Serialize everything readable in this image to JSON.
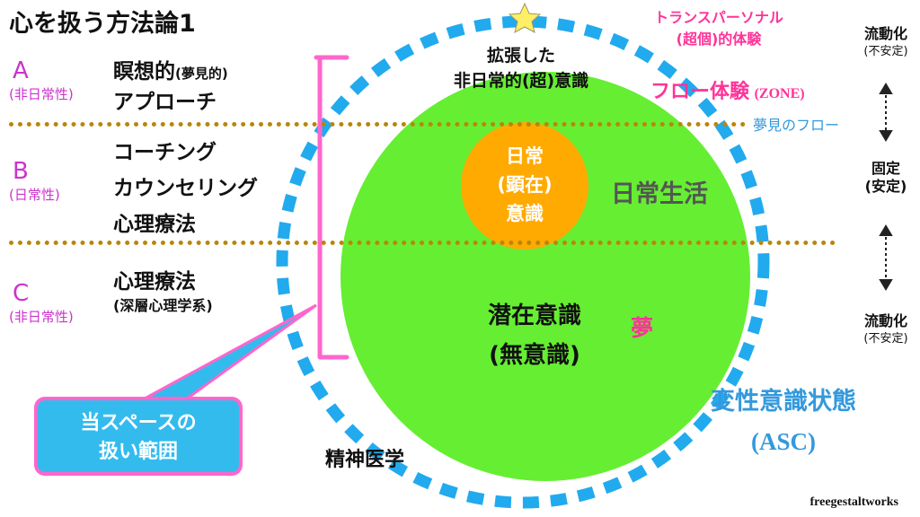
{
  "title": "心を扱う方法論1",
  "categories": [
    {
      "letter": "A",
      "sub": "(非日常性)"
    },
    {
      "letter": "B",
      "sub": "(日常性)"
    },
    {
      "letter": "C",
      "sub": "(非日常性)"
    }
  ],
  "approaches": {
    "a_line1_main": "瞑想的",
    "a_line1_small": "(夢見的)",
    "a_line2": "アプローチ",
    "b_line1": "コーチング",
    "b_line2": "カウンセリング",
    "b_line3": "心理療法",
    "c_line1": "心理療法",
    "c_line2": "(深層心理学系)"
  },
  "diagram": {
    "expanded_line1": "拡張した",
    "expanded_line2": "非日常的(超)意識",
    "transpersonal_line1": "トランスパーソナル",
    "transpersonal_line2": "(超個)的体験",
    "flow_experience": "フロー体験",
    "zone": "(ZONE)",
    "dream_flow": "夢見のフロー",
    "daily_conscious_line1": "日常",
    "daily_conscious_line2": "(顕在)",
    "daily_conscious_line3": "意識",
    "daily_life": "日常生活",
    "latent_line1": "潜在意識",
    "latent_line2": "(無意識)",
    "dream": "夢",
    "psychiatry": "精神医学",
    "asc_line1": "変性意識状態",
    "asc_line2": "(ASC)"
  },
  "states": {
    "top_main": "流動化",
    "top_small": "(不安定)",
    "middle_main": "固定",
    "middle_small": "(安定)",
    "bottom_main": "流動化",
    "bottom_small": "(不安定)"
  },
  "callout": {
    "line1": "当スペースの",
    "line2": "扱い範囲"
  },
  "credit": "freegestaltworks",
  "colors": {
    "green_circle": "#66ee33",
    "orange_circle": "#ffaa00",
    "dashed_ring": "#22aaee",
    "pink": "#ff3399",
    "magenta": "#cc33cc",
    "dotted_line": "#b8860b",
    "blue_text": "#3399dd",
    "callout_bg": "#33bbee"
  },
  "icons": {
    "star": "star-icon"
  }
}
